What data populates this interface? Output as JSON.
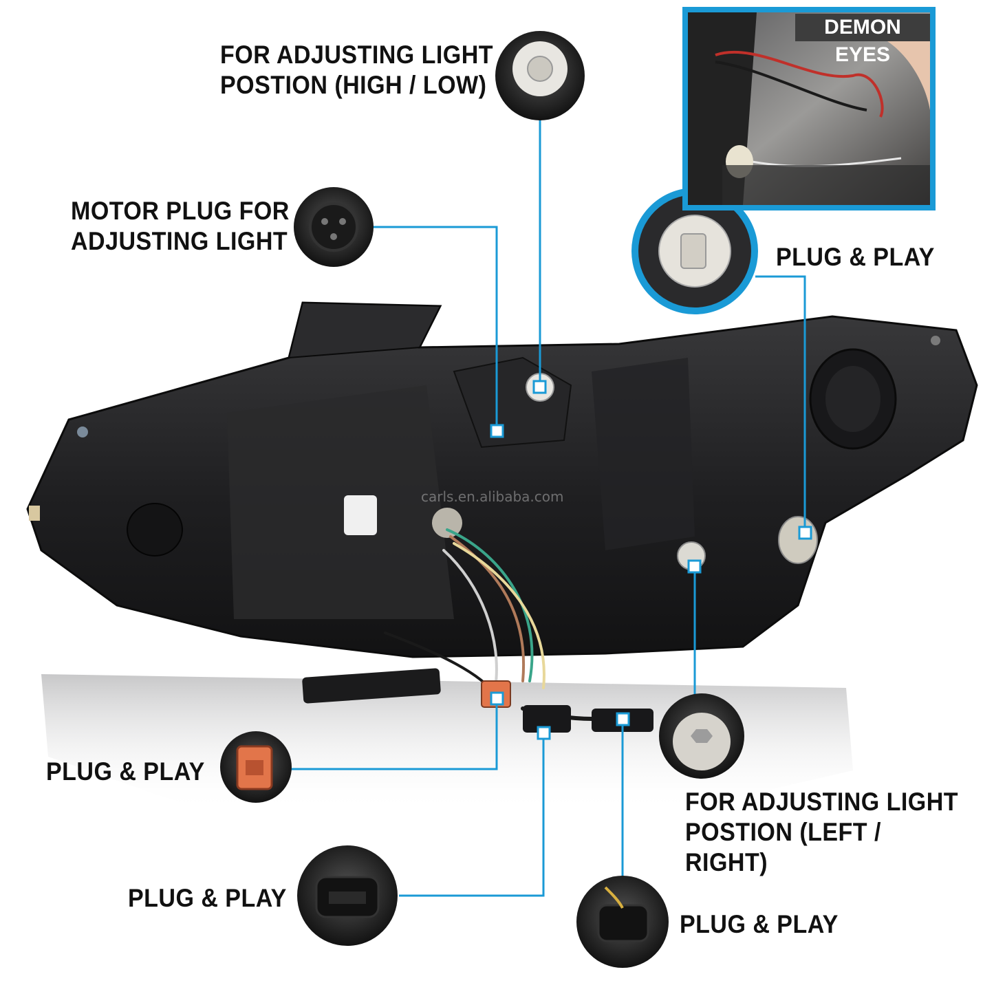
{
  "inset": {
    "badge": "DEMON EYES"
  },
  "labels": {
    "high_low": "FOR ADJUSTING LIGHT\nPOSTION (HIGH / LOW)",
    "motor_plug": "MOTOR PLUG FOR\nADJUSTING LIGHT",
    "plug_play": "PLUG & PLAY",
    "left_right": "FOR ADJUSTING LIGHT\nPOSTION (LEFT / RIGHT)"
  },
  "watermark": "carls.en.alibaba.com",
  "colors": {
    "accent": "#1a9ad6",
    "housing": "#1d1d1f",
    "connector_orange": "#e2754a"
  }
}
